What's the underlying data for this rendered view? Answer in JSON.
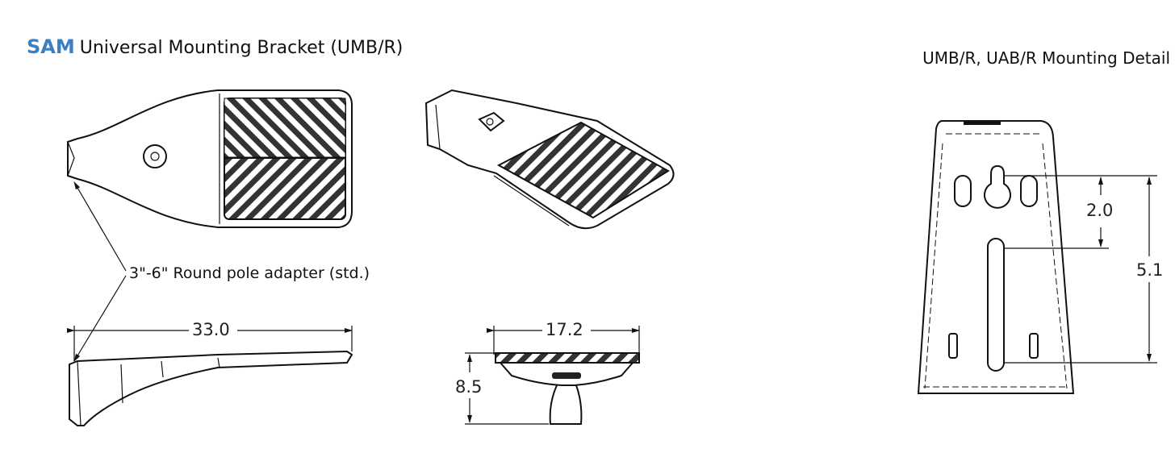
{
  "header": {
    "brand": "SAM",
    "title": "Universal Mounting Bracket (UMB/R)"
  },
  "detail": {
    "title": "UMB/R, UAB/R Mounting Detail"
  },
  "annotations": {
    "pole_adapter": "3\"-6\" Round pole adapter (std.)"
  },
  "dimensions": {
    "length": "33.0",
    "width": "17.2",
    "height": "8.5",
    "slot_spacing": "2.0",
    "overall_slot": "5.1"
  },
  "colors": {
    "brand": "#3a7fc1"
  }
}
